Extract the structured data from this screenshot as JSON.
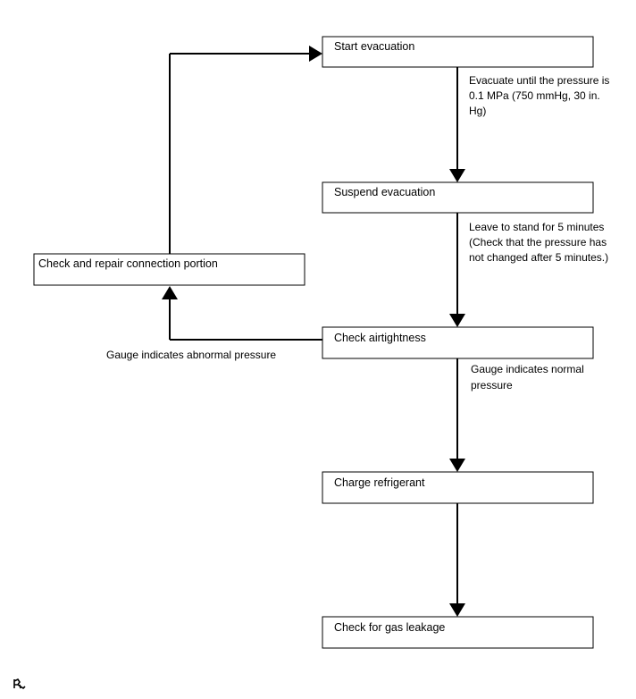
{
  "boxes": {
    "start": "Start evacuation",
    "suspend": "Suspend evacuation",
    "airtight": "Check airtightness",
    "repair": "Check and repair connection portion",
    "charge": "Charge refrigerant",
    "leak": "Check for gas leakage"
  },
  "notes": {
    "evacuate": [
      "Evacuate until the pressure is",
      "0.1 MPa (750 mmHg, 30 in.",
      "Hg)"
    ],
    "stand": [
      "Leave to stand for 5 minutes",
      "(Check that the pressure has",
      "not changed after 5 minutes.)"
    ],
    "normal": [
      "Gauge indicates normal",
      "pressure"
    ],
    "abnormal": "Gauge indicates abnormal pressure"
  },
  "footer_mark": "⁠"
}
